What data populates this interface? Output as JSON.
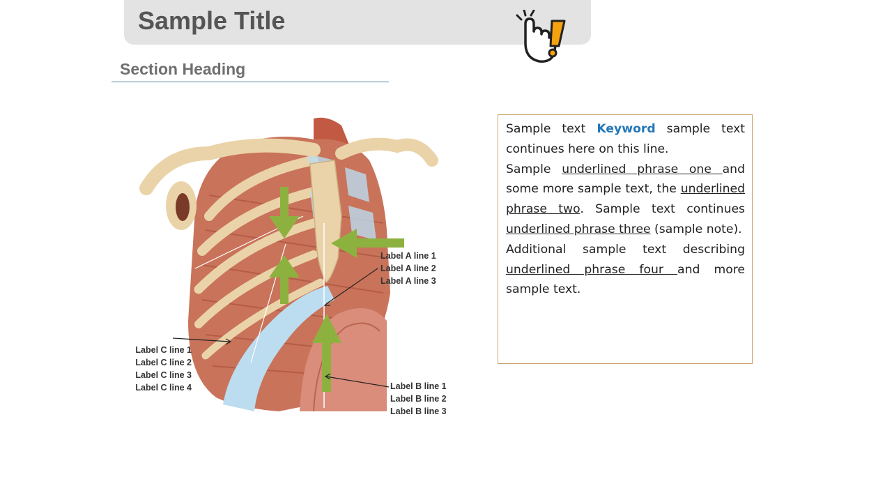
{
  "header": {
    "title": "Sample Title",
    "icon": "hand-pointer-warning-icon"
  },
  "section": {
    "subtitle": "Section Heading"
  },
  "figure": {
    "labels": {
      "sternum": [
        "Label A line 1",
        "Label A line 2",
        "Label A line 3"
      ],
      "diaphragm": [
        "Label B line 1",
        "Label B line 2",
        "Label B line 3"
      ],
      "intercostal": [
        "Label C line 1",
        "Label C line 2",
        "Label C line 3",
        "Label C line 4"
      ]
    },
    "colors": {
      "arrow": "#8db13f",
      "muscle": "#c9735a",
      "cartilage": "#bcdcef",
      "bone": "#ead3a8"
    }
  },
  "textbox": {
    "p1": {
      "a": "Sample text ",
      "keyword": "Keyword",
      "b": " sample text continues here on this line."
    },
    "p2": {
      "a": "Sample ",
      "u1": "underlined phrase one ",
      "b": " and some more sample text, the ",
      "u2": "underlined phrase two",
      "c": ". Sample text continues ",
      "u3": "underlined phrase three",
      "d": " (sample note)."
    },
    "p3": {
      "a": "Additional sample text describing ",
      "u1": "underlined phrase four ",
      "b": "and more sample text."
    }
  }
}
